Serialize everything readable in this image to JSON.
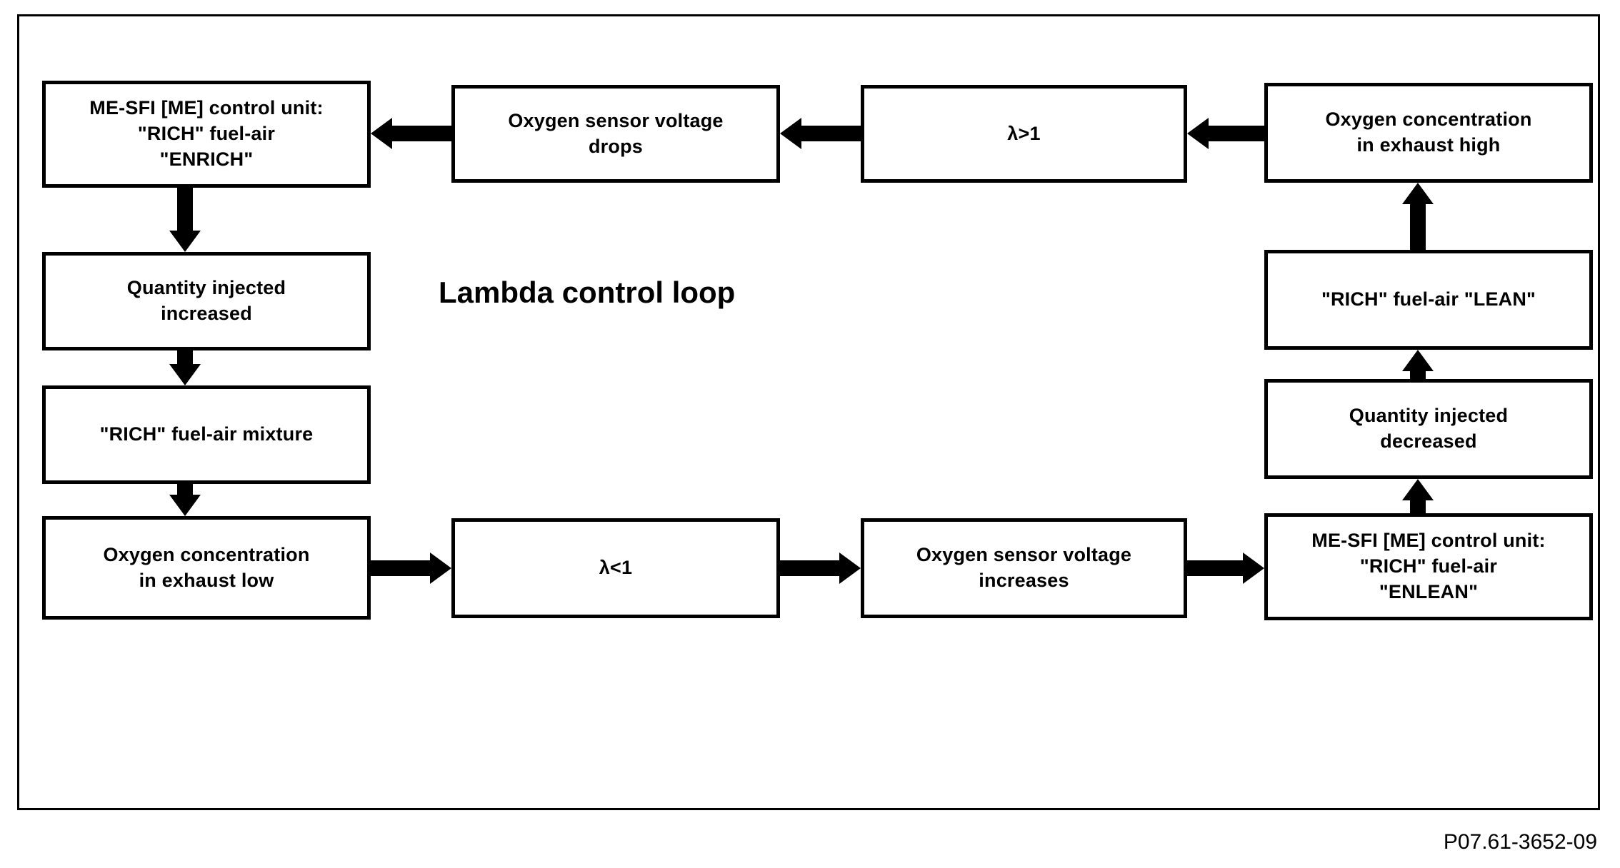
{
  "diagram": {
    "title": "Lambda control loop",
    "caption": "P07.61-3652-09",
    "colors": {
      "stroke": "#000000",
      "background": "#ffffff"
    },
    "nodes": [
      {
        "id": "me-sfi-enrich",
        "label": "ME-SFI [ME] control unit:\n\"RICH\" fuel-air\n\"ENRICH\""
      },
      {
        "id": "oxygen-sensor-voltage-drops",
        "label": "Oxygen sensor voltage\ndrops"
      },
      {
        "id": "lambda-greater-than-one",
        "label": "λ>1"
      },
      {
        "id": "oxygen-concentration-exhaust-high",
        "label": "Oxygen concentration\nin exhaust high"
      },
      {
        "id": "quantity-injected-increased",
        "label": "Quantity injected\nincreased"
      },
      {
        "id": "rich-fuel-air-mixture",
        "label": "\"RICH\" fuel-air mixture"
      },
      {
        "id": "oxygen-concentration-exhaust-low",
        "label": "Oxygen concentration\nin exhaust low"
      },
      {
        "id": "lambda-less-than-one",
        "label": "λ<1"
      },
      {
        "id": "oxygen-sensor-voltage-increases",
        "label": "Oxygen sensor voltage\nincreases"
      },
      {
        "id": "me-sfi-enlean",
        "label": "ME-SFI [ME] control unit:\n\"RICH\" fuel-air\n\"ENLEAN\""
      },
      {
        "id": "quantity-injected-decreased",
        "label": "Quantity injected\ndecreased"
      },
      {
        "id": "rich-fuel-air-lean",
        "label": "\"RICH\" fuel-air \"LEAN\""
      }
    ],
    "edges": [
      {
        "from": "oxygen-sensor-voltage-drops",
        "to": "me-sfi-enrich",
        "direction": "left"
      },
      {
        "from": "lambda-greater-than-one",
        "to": "oxygen-sensor-voltage-drops",
        "direction": "left"
      },
      {
        "from": "oxygen-concentration-exhaust-high",
        "to": "lambda-greater-than-one",
        "direction": "left"
      },
      {
        "from": "me-sfi-enrich",
        "to": "quantity-injected-increased",
        "direction": "down"
      },
      {
        "from": "quantity-injected-increased",
        "to": "rich-fuel-air-mixture",
        "direction": "down"
      },
      {
        "from": "rich-fuel-air-mixture",
        "to": "oxygen-concentration-exhaust-low",
        "direction": "down"
      },
      {
        "from": "oxygen-concentration-exhaust-low",
        "to": "lambda-less-than-one",
        "direction": "right"
      },
      {
        "from": "lambda-less-than-one",
        "to": "oxygen-sensor-voltage-increases",
        "direction": "right"
      },
      {
        "from": "oxygen-sensor-voltage-increases",
        "to": "me-sfi-enlean",
        "direction": "right"
      },
      {
        "from": "me-sfi-enlean",
        "to": "quantity-injected-decreased",
        "direction": "up"
      },
      {
        "from": "quantity-injected-decreased",
        "to": "rich-fuel-air-lean",
        "direction": "up"
      },
      {
        "from": "rich-fuel-air-lean",
        "to": "oxygen-concentration-exhaust-high",
        "direction": "up"
      }
    ]
  }
}
